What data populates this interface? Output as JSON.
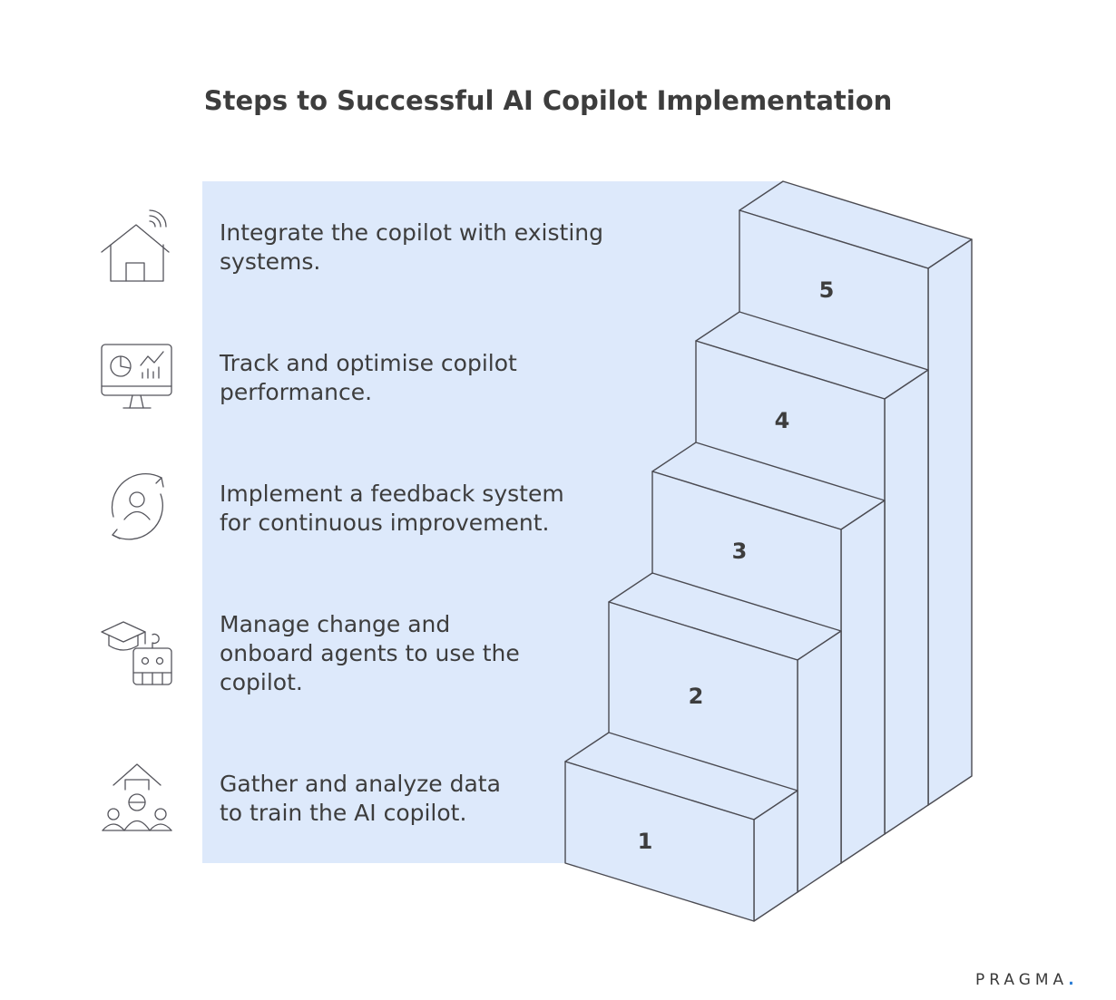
{
  "title": "Steps to Successful AI Copilot Implementation",
  "steps": [
    {
      "number": "1",
      "lines": [
        "Gather and analyze data",
        "to train the AI copilot."
      ],
      "icon": "data-gathering-people-icon"
    },
    {
      "number": "2",
      "lines": [
        "Manage change and",
        "onboard agents to use the",
        "copilot."
      ],
      "icon": "graduation-cap-robot-icon"
    },
    {
      "number": "3",
      "lines": [
        "Implement a feedback system",
        "for continuous improvement."
      ],
      "icon": "user-feedback-cycle-icon"
    },
    {
      "number": "4",
      "lines": [
        "Track and optimise copilot",
        "performance."
      ],
      "icon": "monitor-analytics-icon"
    },
    {
      "number": "5",
      "lines": [
        "Integrate the copilot with existing",
        "systems."
      ],
      "icon": "smart-home-icon"
    }
  ],
  "brand": {
    "name": "PRAGMA",
    "dot": ".",
    "dot_color": "#2f7fd6"
  },
  "colors": {
    "panel": "#dde9fb",
    "text": "#3d3d3d",
    "line": "#4b4b52"
  }
}
